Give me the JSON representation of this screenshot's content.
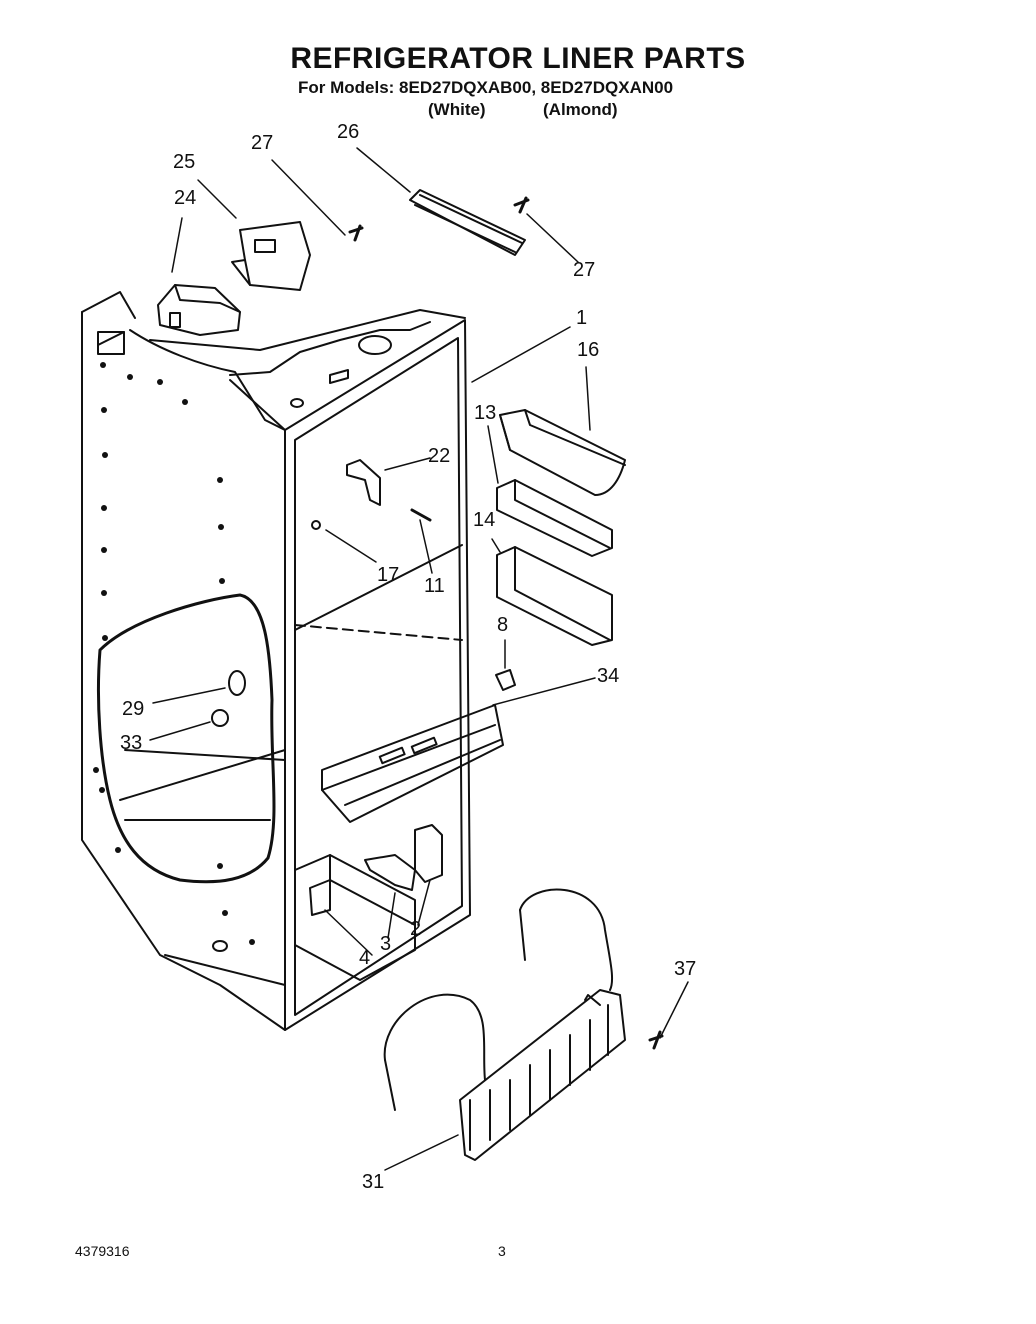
{
  "title": "REFRIGERATOR LINER PARTS",
  "models_line": "For Models: 8ED27DQXAB00, 8ED27DQXAN00",
  "variants": [
    "(White)",
    "(Almond)"
  ],
  "callouts": [
    "25",
    "27",
    "26",
    "24",
    "27",
    "1",
    "16",
    "13",
    "22",
    "14",
    "17",
    "11",
    "8",
    "34",
    "29",
    "33",
    "4",
    "3",
    "2",
    "37",
    "31"
  ],
  "footer": {
    "doc_number": "4379316",
    "page_number": "3"
  }
}
